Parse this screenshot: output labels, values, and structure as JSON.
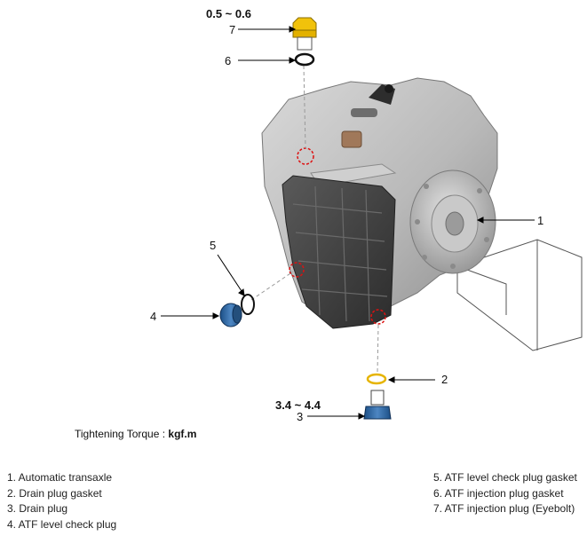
{
  "torque": {
    "label": "Tightening Torque :",
    "unit": "kgf.m",
    "values": {
      "plug7": "0.5 ~ 0.6",
      "plug3": "3.4 ~ 4.4"
    }
  },
  "callouts": [
    "1",
    "2",
    "3",
    "4",
    "5",
    "6",
    "7"
  ],
  "legend": {
    "left": [
      "1. Automatic transaxle",
      "2. Drain plug gasket",
      "3. Drain plug",
      "4. ATF level check plug"
    ],
    "right": [
      "5. ATF level check plug gasket",
      "6. ATF injection plug gasket",
      "7. ATF injection plug (Eyebolt)"
    ]
  }
}
